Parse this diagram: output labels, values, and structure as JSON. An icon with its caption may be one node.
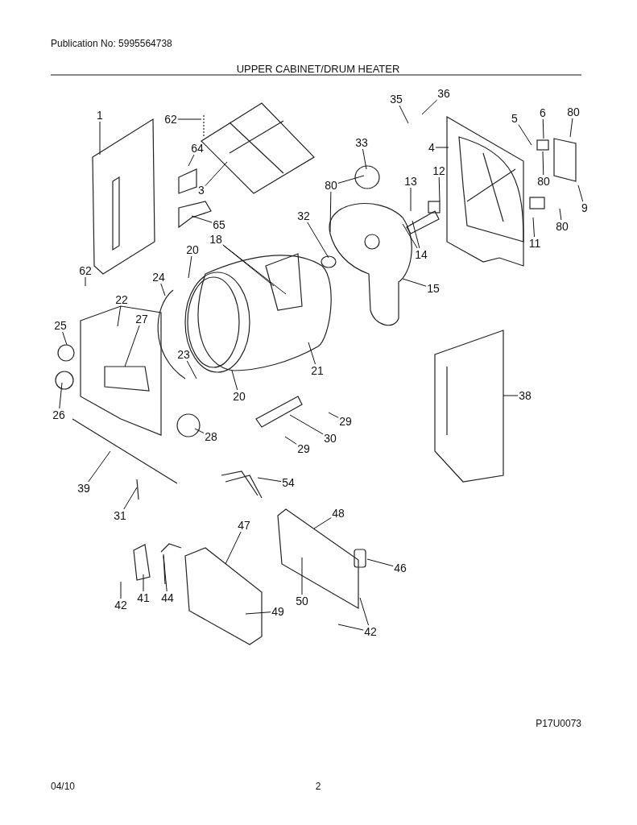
{
  "diagram": {
    "title": "UPPER CABINET/DRUM HEATER",
    "nodes": [
      {
        "text": [
          "1"
        ]
      },
      {
        "text": [
          "62"
        ]
      },
      {
        "text": [
          "64"
        ]
      },
      {
        "text": [
          "3"
        ]
      },
      {
        "text": [
          "65"
        ]
      },
      {
        "text": [
          "33"
        ]
      },
      {
        "text": [
          "80"
        ]
      },
      {
        "text": [
          "32"
        ]
      },
      {
        "text": [
          "18"
        ]
      },
      {
        "text": [
          "35"
        ]
      },
      {
        "text": [
          "36"
        ]
      },
      {
        "text": [
          "4"
        ]
      },
      {
        "text": [
          "5"
        ]
      },
      {
        "text": [
          "6"
        ]
      },
      {
        "text": [
          "80"
        ]
      },
      {
        "text": [
          "80"
        ]
      },
      {
        "text": [
          "9"
        ]
      },
      {
        "text": [
          "80"
        ]
      },
      {
        "text": [
          "11"
        ]
      },
      {
        "text": [
          "12"
        ]
      },
      {
        "text": [
          "13"
        ]
      },
      {
        "text": [
          "14"
        ]
      },
      {
        "text": [
          "15"
        ]
      },
      {
        "text": [
          "20"
        ]
      },
      {
        "text": [
          "24"
        ]
      },
      {
        "text": [
          "62"
        ]
      },
      {
        "text": [
          "22"
        ]
      },
      {
        "text": [
          "27"
        ]
      },
      {
        "text": [
          "25"
        ]
      },
      {
        "text": [
          "26"
        ]
      },
      {
        "text": [
          "23"
        ]
      },
      {
        "text": [
          "20"
        ]
      },
      {
        "text": [
          "21"
        ]
      },
      {
        "text": [
          "28"
        ]
      },
      {
        "text": [
          "29"
        ]
      },
      {
        "text": [
          "30"
        ]
      },
      {
        "text": [
          "29"
        ]
      },
      {
        "text": [
          "54"
        ]
      },
      {
        "text": [
          "38"
        ]
      },
      {
        "text": [
          "39"
        ]
      },
      {
        "text": [
          "31"
        ]
      },
      {
        "text": [
          "47"
        ]
      },
      {
        "text": [
          "48"
        ]
      },
      {
        "text": [
          "46"
        ]
      },
      {
        "text": [
          "42"
        ]
      },
      {
        "text": [
          "41"
        ]
      },
      {
        "text": [
          "44"
        ]
      },
      {
        "text": [
          "49"
        ]
      },
      {
        "text": [
          "50"
        ]
      },
      {
        "text": [
          "42"
        ]
      }
    ],
    "edges": [
      {
        "from": 0,
        "to": null,
        "arrow": "none"
      },
      {
        "from": 1,
        "to": null,
        "arrow": "none"
      },
      {
        "from": 2,
        "to": null,
        "arrow": "none"
      },
      {
        "from": 3,
        "to": null,
        "arrow": "none"
      },
      {
        "from": 4,
        "to": null,
        "arrow": "none"
      },
      {
        "from": 5,
        "to": null,
        "arrow": "none"
      },
      {
        "from": 6,
        "to": null,
        "arrow": "none"
      },
      {
        "from": 6,
        "to": null,
        "arrow": "none"
      },
      {
        "from": 7,
        "to": null,
        "arrow": "none"
      },
      {
        "from": 8,
        "to": null,
        "arrow": "none"
      },
      {
        "from": 8,
        "to": null,
        "arrow": "none"
      },
      {
        "from": 9,
        "to": null,
        "arrow": "none"
      },
      {
        "from": 10,
        "to": null,
        "arrow": "none"
      },
      {
        "from": 11,
        "to": null,
        "arrow": "none"
      },
      {
        "from": 12,
        "to": null,
        "arrow": "none"
      },
      {
        "from": 13,
        "to": null,
        "arrow": "none"
      },
      {
        "from": 14,
        "to": null,
        "arrow": "none"
      },
      {
        "from": 15,
        "to": null,
        "arrow": "none"
      },
      {
        "from": 16,
        "to": null,
        "arrow": "none"
      },
      {
        "from": 17,
        "to": null,
        "arrow": "none"
      },
      {
        "from": 18,
        "to": null,
        "arrow": "none"
      },
      {
        "from": 19,
        "to": null,
        "arrow": "none"
      },
      {
        "from": 20,
        "to": null,
        "arrow": "none"
      },
      {
        "from": 21,
        "to": null,
        "arrow": "none"
      },
      {
        "from": 21,
        "to": null,
        "arrow": "none"
      },
      {
        "from": 22,
        "to": null,
        "arrow": "none"
      },
      {
        "from": 23,
        "to": null,
        "arrow": "none"
      },
      {
        "from": 24,
        "to": null,
        "arrow": "none"
      },
      {
        "from": 25,
        "to": null,
        "arrow": "none"
      },
      {
        "from": 26,
        "to": null,
        "arrow": "none"
      },
      {
        "from": 27,
        "to": null,
        "arrow": "none"
      },
      {
        "from": 28,
        "to": null,
        "arrow": "none"
      },
      {
        "from": 29,
        "to": null,
        "arrow": "none"
      },
      {
        "from": 30,
        "to": null,
        "arrow": "none"
      },
      {
        "from": 31,
        "to": null,
        "arrow": "none"
      },
      {
        "from": 32,
        "to": null,
        "arrow": "none"
      },
      {
        "from": 33,
        "to": null,
        "arrow": "none"
      },
      {
        "from": 34,
        "to": null,
        "arrow": "none"
      },
      {
        "from": 35,
        "to": null,
        "arrow": "none"
      },
      {
        "from": 36,
        "to": null,
        "arrow": "none"
      },
      {
        "from": 37,
        "to": null,
        "arrow": "none"
      },
      {
        "from": 38,
        "to": null,
        "arrow": "none"
      },
      {
        "from": 39,
        "to": null,
        "arrow": "none"
      },
      {
        "from": 40,
        "to": null,
        "arrow": "none"
      },
      {
        "from": 41,
        "to": null,
        "arrow": "none"
      },
      {
        "from": 42,
        "to": null,
        "arrow": "none"
      },
      {
        "from": 43,
        "to": null,
        "arrow": "none"
      },
      {
        "from": 44,
        "to": null,
        "arrow": "none"
      },
      {
        "from": 45,
        "to": null,
        "arrow": "none"
      },
      {
        "from": 46,
        "to": null,
        "arrow": "none"
      },
      {
        "from": 47,
        "to": null,
        "arrow": "none"
      },
      {
        "from": 48,
        "to": null,
        "arrow": "none"
      },
      {
        "from": 49,
        "to": null,
        "arrow": "none"
      },
      {
        "from": 49,
        "to": null,
        "arrow": "none"
      }
    ],
    "labels": [
      "Publication No: 5995564738",
      "P17U0073",
      "04/10",
      "2"
    ]
  }
}
